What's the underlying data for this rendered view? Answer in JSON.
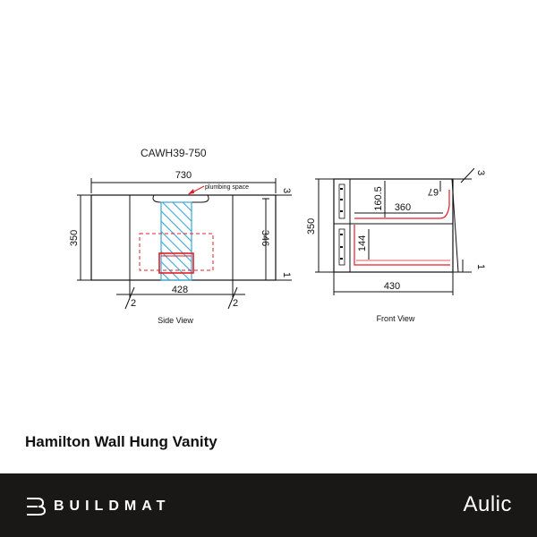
{
  "diagram": {
    "model_code": "CAWH39-750",
    "side_view": {
      "caption": "Side View",
      "width_overall": "730",
      "height": "350",
      "inner_height": "346",
      "inner_width": "428",
      "plumbing_label": "plumbing space",
      "top_clearance": "3",
      "bottom_clearance": "1",
      "side_gap_left": "2",
      "side_gap_right": "2"
    },
    "front_view": {
      "caption": "Front View",
      "depth": "430",
      "height": "350",
      "drawer_depth": "360",
      "drawer_height": "160.5",
      "lower_height": "144",
      "top_gap": "67",
      "top_clearance": "3",
      "bottom_clearance": "1"
    }
  },
  "product": {
    "title": "Hamilton Wall Hung Vanity"
  },
  "footer": {
    "brand": "BUILDMAT",
    "brand_icon": "buildmat-logo-icon",
    "partner": "Aulic",
    "background": "#1a1717"
  },
  "colors": {
    "line": "#111111",
    "plumbing_red": "#e0202a",
    "plumbing_blue": "#3aa6d9"
  }
}
